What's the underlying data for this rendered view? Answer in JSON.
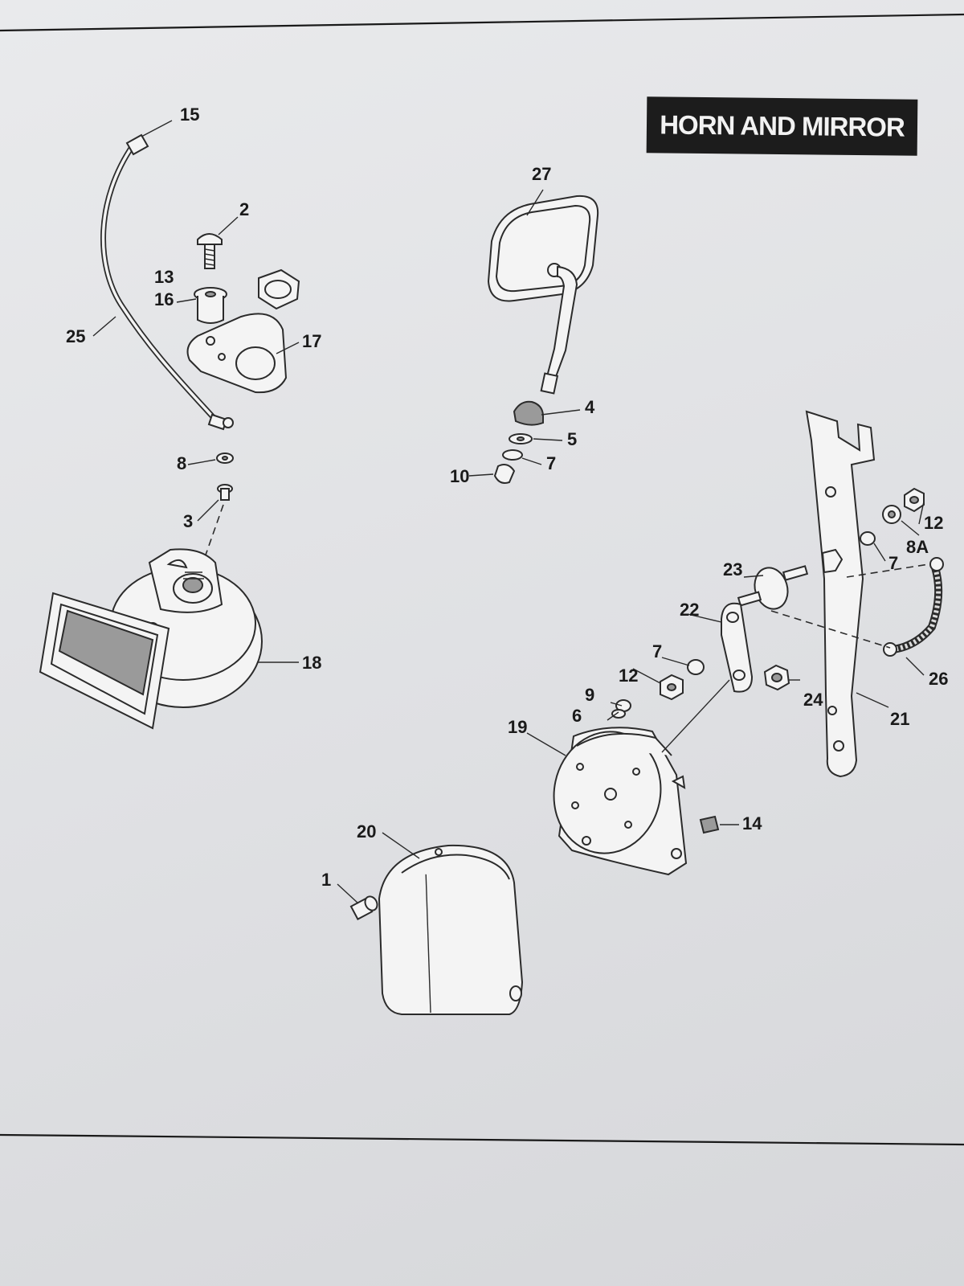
{
  "title": "HORN AND MIRROR",
  "callouts": [
    {
      "id": "1",
      "label": "1"
    },
    {
      "id": "2",
      "label": "2"
    },
    {
      "id": "3",
      "label": "3"
    },
    {
      "id": "4",
      "label": "4"
    },
    {
      "id": "5",
      "label": "5"
    },
    {
      "id": "6",
      "label": "6"
    },
    {
      "id": "7a",
      "label": "7"
    },
    {
      "id": "7b",
      "label": "7"
    },
    {
      "id": "7c",
      "label": "7"
    },
    {
      "id": "8",
      "label": "8"
    },
    {
      "id": "8a",
      "label": "8A"
    },
    {
      "id": "9",
      "label": "9"
    },
    {
      "id": "10",
      "label": "10"
    },
    {
      "id": "12a",
      "label": "12"
    },
    {
      "id": "12b",
      "label": "12"
    },
    {
      "id": "13",
      "label": "13"
    },
    {
      "id": "14",
      "label": "14"
    },
    {
      "id": "15",
      "label": "15"
    },
    {
      "id": "16",
      "label": "16"
    },
    {
      "id": "17",
      "label": "17"
    },
    {
      "id": "18",
      "label": "18"
    },
    {
      "id": "19",
      "label": "19"
    },
    {
      "id": "20",
      "label": "20"
    },
    {
      "id": "21",
      "label": "21"
    },
    {
      "id": "22",
      "label": "22"
    },
    {
      "id": "23",
      "label": "23"
    },
    {
      "id": "24",
      "label": "24"
    },
    {
      "id": "25",
      "label": "25"
    },
    {
      "id": "26",
      "label": "26"
    },
    {
      "id": "27",
      "label": "27"
    }
  ]
}
